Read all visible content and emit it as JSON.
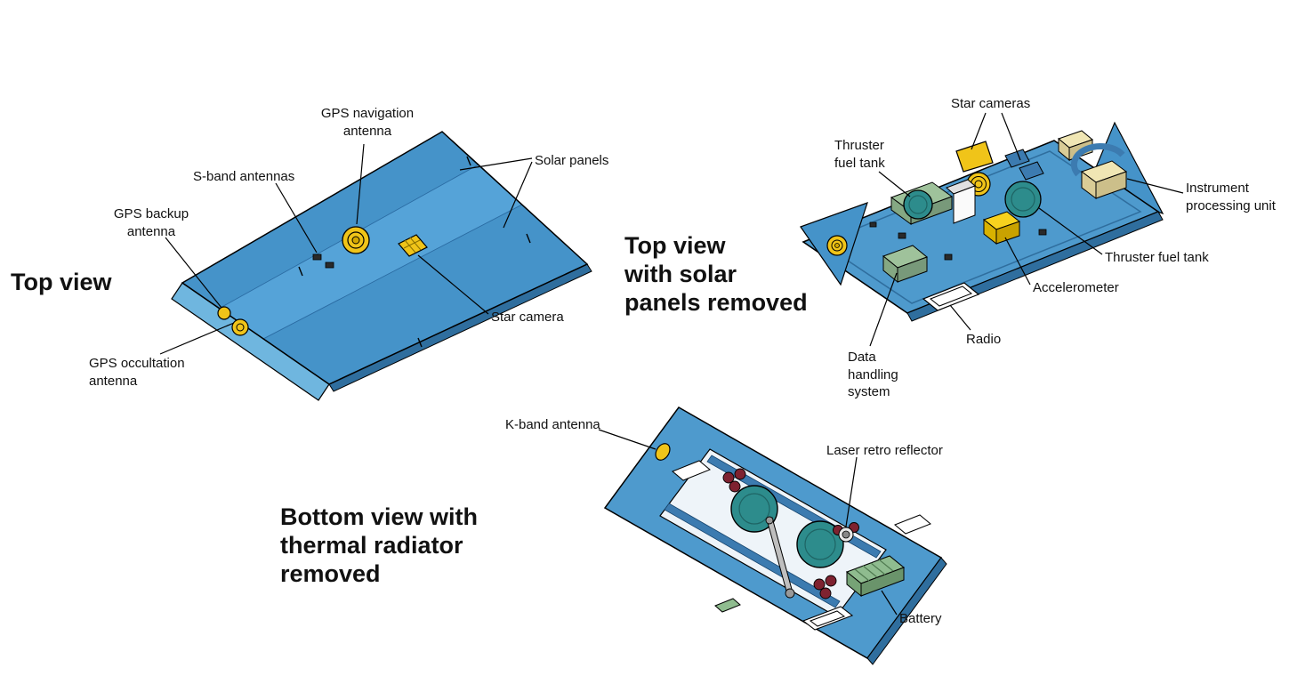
{
  "colors": {
    "body_blue": "#4E9ACD",
    "panel_blue": "#4593C9",
    "top_blue": "#55A3D8",
    "light_blue": "#6FB6DF",
    "dark_edge": "#2F6E9E",
    "antenna_yellow": "#F0C419",
    "tank_teal": "#2D8C8C",
    "equipment_green": "#9FC29B",
    "equipment_cream": "#F0E6B4",
    "valve_maroon": "#7E2230",
    "battery_green": "#8FBC8F",
    "outline": "#000000"
  },
  "views": [
    {
      "id": "top-view",
      "title": "Top view",
      "labels": [
        {
          "id": "gps-navigation-antenna",
          "text": "GPS navigation\nantenna"
        },
        {
          "id": "s-band-antennas",
          "text": "S-band antennas"
        },
        {
          "id": "gps-backup-antenna",
          "text": "GPS backup\nantenna"
        },
        {
          "id": "solar-panels",
          "text": "Solar panels"
        },
        {
          "id": "star-camera",
          "text": "Star camera"
        },
        {
          "id": "gps-occultation-antenna",
          "text": "GPS occultation\nantenna"
        }
      ]
    },
    {
      "id": "top-view-solar-removed",
      "title": "Top view\nwith solar\npanels removed",
      "labels": [
        {
          "id": "star-cameras",
          "text": "Star cameras"
        },
        {
          "id": "thruster-fuel-tank-left",
          "text": "Thruster\nfuel tank"
        },
        {
          "id": "instrument-processing-unit",
          "text": "Instrument\nprocessing unit"
        },
        {
          "id": "thruster-fuel-tank-right",
          "text": "Thruster fuel tank"
        },
        {
          "id": "accelerometer",
          "text": "Accelerometer"
        },
        {
          "id": "radio",
          "text": "Radio"
        },
        {
          "id": "data-handling-system",
          "text": "Data\nhandling\nsystem"
        }
      ]
    },
    {
      "id": "bottom-view",
      "title": "Bottom view with\nthermal radiator\nremoved",
      "labels": [
        {
          "id": "k-band-antenna",
          "text": "K-band antenna"
        },
        {
          "id": "laser-retro-reflector",
          "text": "Laser retro reflector"
        },
        {
          "id": "battery",
          "text": "Battery"
        }
      ]
    }
  ]
}
